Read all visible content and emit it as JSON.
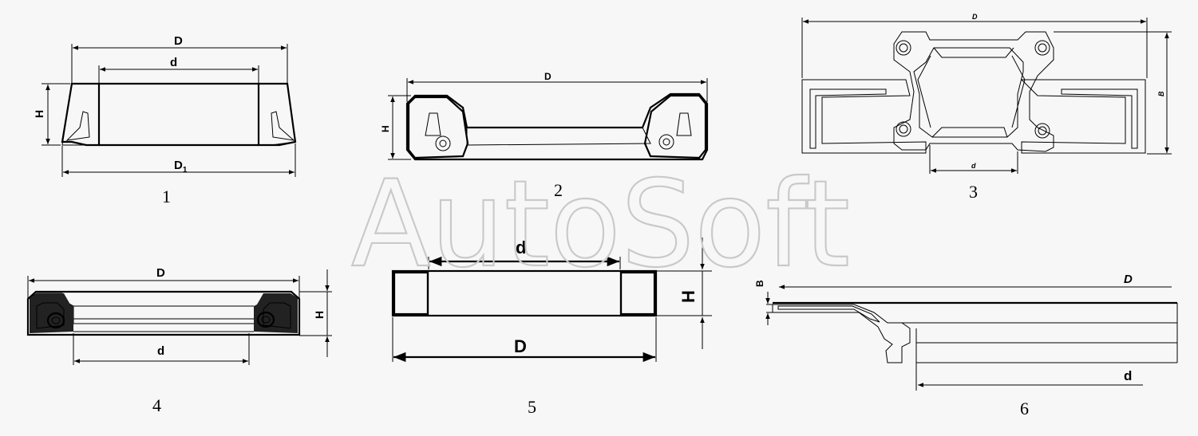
{
  "watermark": "AutoSoft",
  "figures": [
    {
      "caption": "1",
      "labels": {
        "D": "D",
        "d": "d",
        "H": "H",
        "D1": "D",
        "D1_sub": "1"
      }
    },
    {
      "caption": "2",
      "labels": {
        "D": "D",
        "H": "H"
      }
    },
    {
      "caption": "3",
      "labels": {
        "D": "D",
        "d": "d",
        "B": "B"
      }
    },
    {
      "caption": "4",
      "labels": {
        "D": "D",
        "d": "d",
        "H": "H"
      }
    },
    {
      "caption": "5",
      "labels": {
        "D": "D",
        "d": "d",
        "H": "H"
      }
    },
    {
      "caption": "6",
      "labels": {
        "D": "D",
        "d": "d",
        "B": "B"
      }
    }
  ],
  "colors": {
    "ink": "#000000",
    "background": "#f7f7f7",
    "watermark": "#c9c9c9"
  }
}
